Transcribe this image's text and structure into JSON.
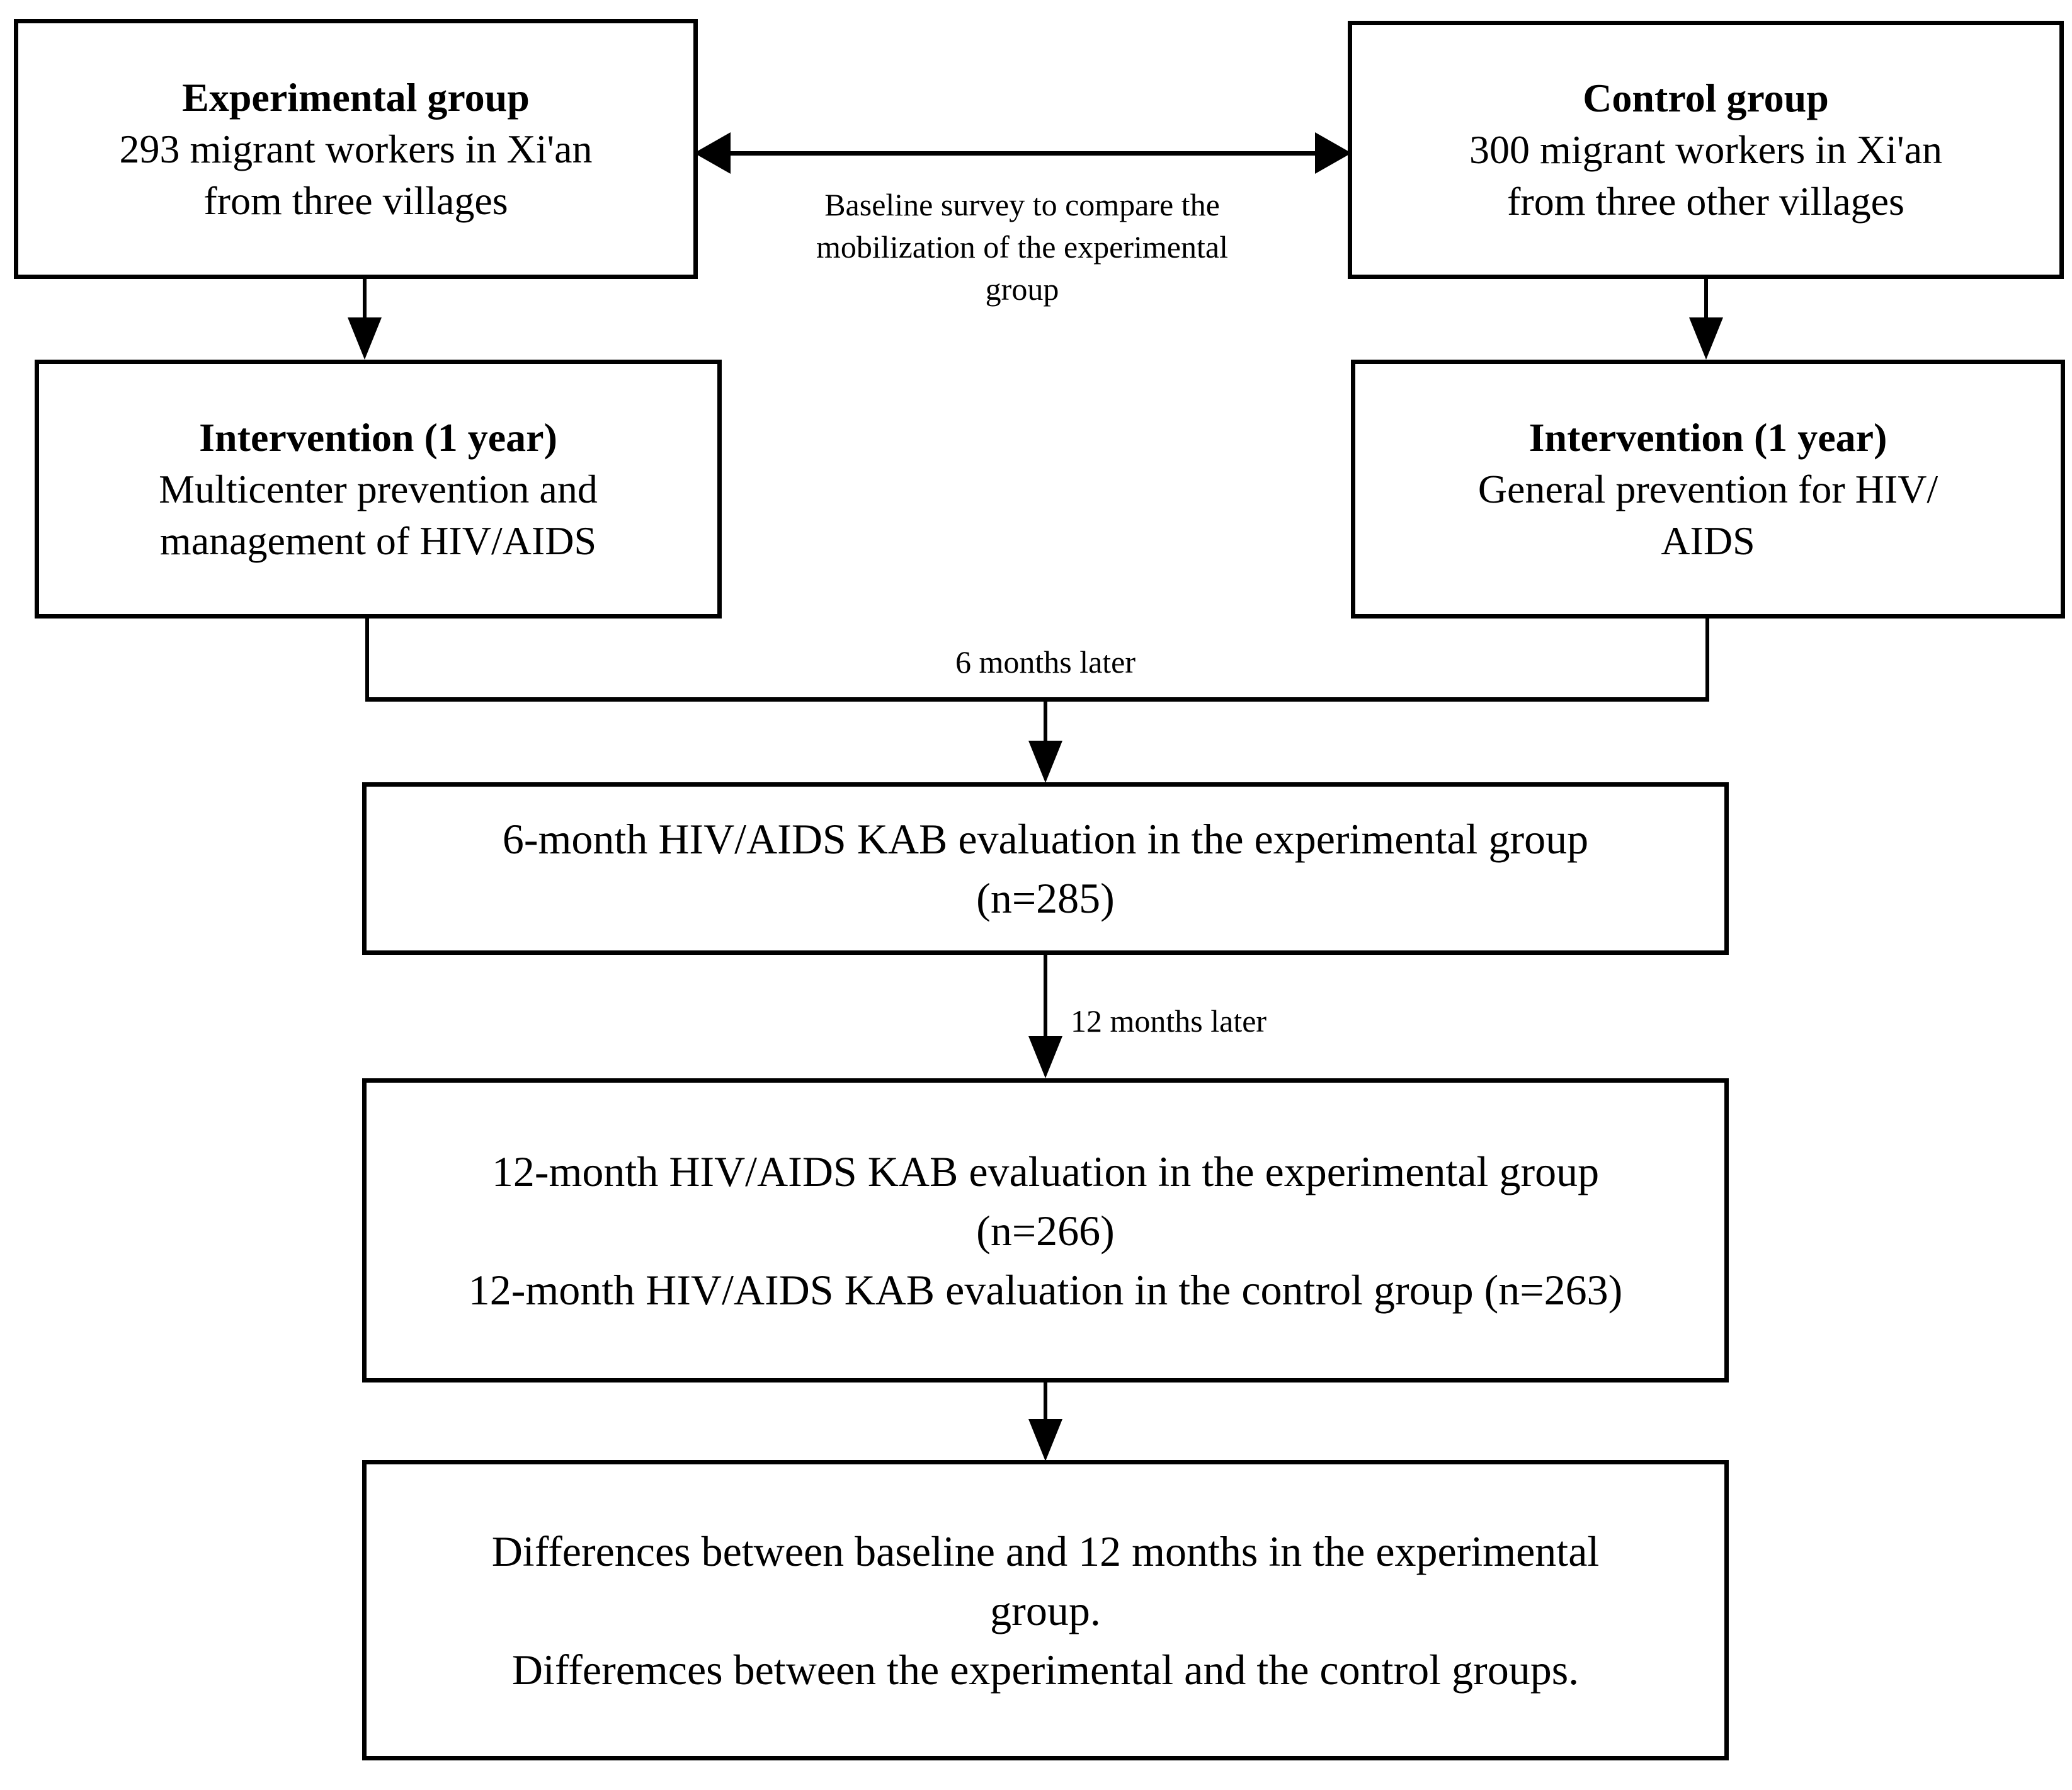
{
  "boxes": {
    "experimental": {
      "title": "Experimental group",
      "line1": "293 migrant workers in Xi'an",
      "line2": "from three villages"
    },
    "control": {
      "title": "Control group",
      "line1": "300 migrant workers in Xi'an",
      "line2": "from three other villages"
    },
    "intervention_left": {
      "title": "Intervention (1 year)",
      "line1": "Multicenter prevention and",
      "line2": "management of HIV/AIDS"
    },
    "intervention_right": {
      "title": "Intervention (1 year)",
      "line1": "General prevention for HIV/",
      "line2": "AIDS"
    },
    "eval_6_month": {
      "line1": "6-month HIV/AIDS KAB evaluation in the experimental group",
      "line2": "(n=285)"
    },
    "eval_12_month": {
      "line1": "12-month HIV/AIDS KAB evaluation in the experimental group",
      "line2": "(n=266)",
      "line3": "12-month HIV/AIDS KAB evaluation in the control group (n=263)"
    },
    "differences": {
      "line1": "Differences between baseline and 12 months in the experimental",
      "line2": "group.",
      "line3": "Differemces between the experimental and the control groups."
    }
  },
  "labels": {
    "baseline_caption_line1": "Baseline survey to compare the",
    "baseline_caption_line2": "mobilization of the experimental",
    "baseline_caption_line3": "group",
    "six_months_later": "6 months later",
    "twelve_months_later": "12 months later"
  },
  "colors": {
    "line": "#000000",
    "text": "#000000",
    "background": "#ffffff"
  }
}
